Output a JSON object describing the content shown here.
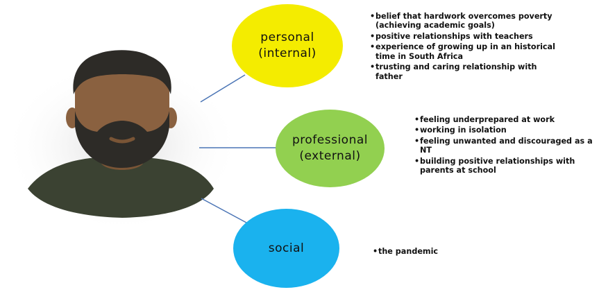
{
  "personal": {
    "title_line1": "personal",
    "title_line2": "(internal)",
    "color": "#f4ec00",
    "items": [
      "belief that hardwork overcomes poverty (achieving academic goals)",
      "positive relationships with teachers",
      "experience of growing up in an historical time in South Africa",
      "trusting and caring relationship with father"
    ]
  },
  "professional": {
    "title_line1": "professional",
    "title_line2": "(external)",
    "color": "#92d050",
    "items": [
      "feeling underprepared at work",
      "working in isolation",
      "feeling unwanted and discouraged as a NT",
      "building positive relationships with parents at school"
    ]
  },
  "social": {
    "title": "social",
    "color": "#1ab2ee",
    "items": [
      "the pandemic"
    ]
  },
  "person_icon": "bearded-man-avatar-icon",
  "connector_color": "#4a74b5"
}
